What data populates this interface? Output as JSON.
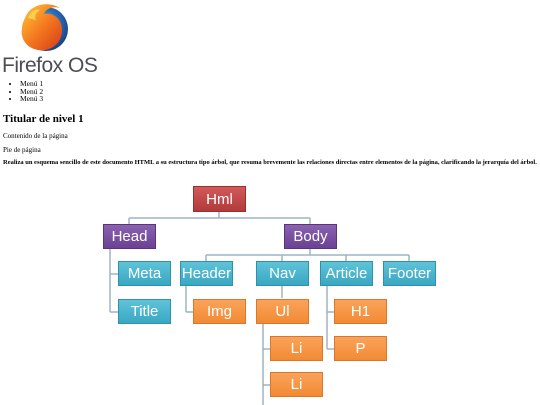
{
  "brand": {
    "name": "Firefox",
    "suffix": "OS",
    "logo_icon": "firefox-logo-icon"
  },
  "nav": {
    "items": [
      "Menú 1",
      "Menú 2",
      "Menú 3"
    ]
  },
  "heading": "Titular de nivel 1",
  "content": "Contenido de la página",
  "footer": "Pie de página",
  "task": "Realiza un esquema sencillo de este documento HTML a su estructura tipo árbol, que resuma brevemente las relaciones directas entre elementos de la página, clarificando la jerarquía del árbol.",
  "tree": {
    "root": "Hml",
    "head": "Head",
    "body": "Body",
    "meta": "Meta",
    "title": "Title",
    "header": "Header",
    "nav": "Nav",
    "article": "Article",
    "footer": "Footer",
    "img": "Img",
    "ul": "Ul",
    "li_1": "Li",
    "li_2": "Li",
    "h1": "H1",
    "p": "P"
  },
  "colors": {
    "root": "#c04545",
    "level2": "#7a50a3",
    "level3": "#4bb6cf",
    "level4": "#f7943f",
    "connector": "#9db3c4"
  }
}
